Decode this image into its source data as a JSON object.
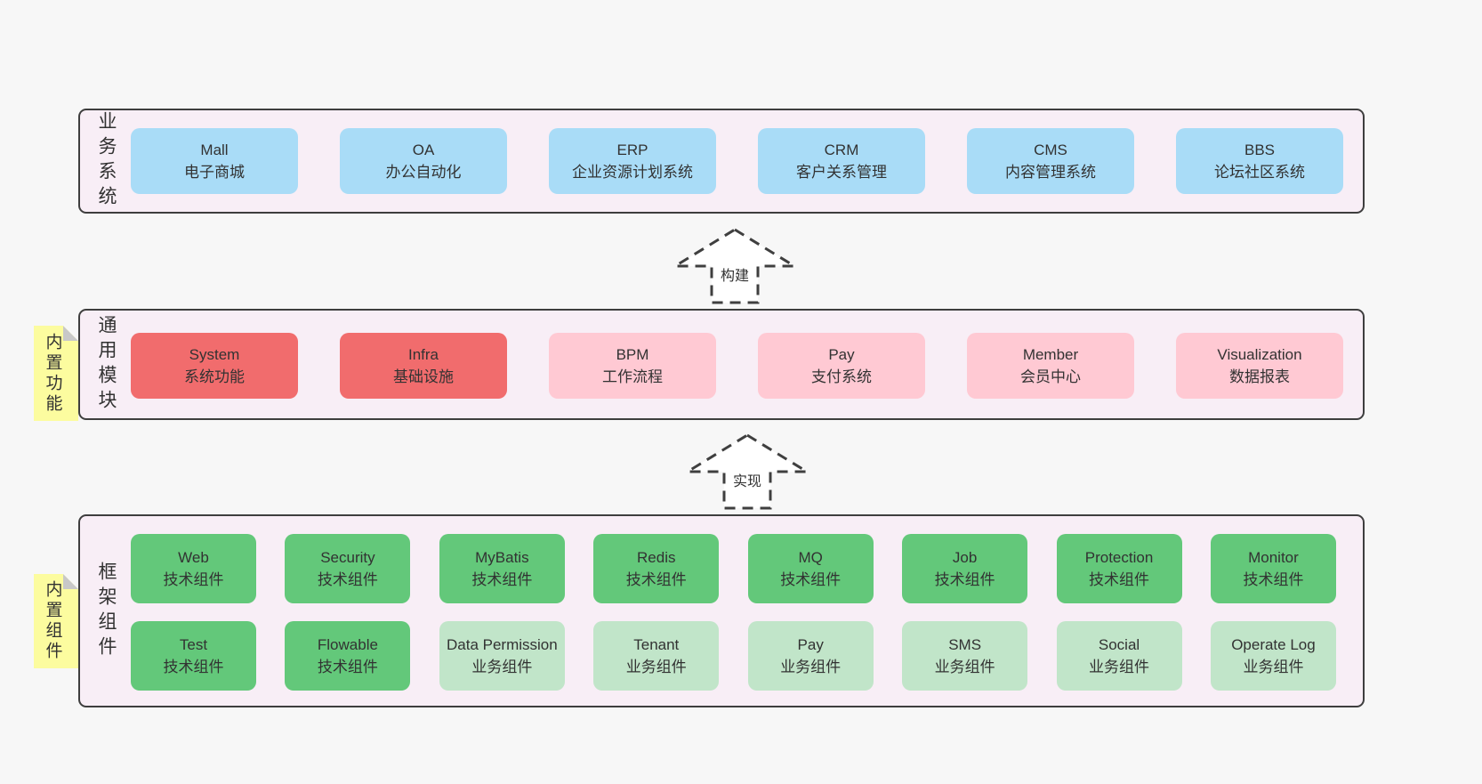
{
  "colors": {
    "page_bg": "#f7f7f7",
    "container_bg": "#f8eef6",
    "container_border": "#3e3e3e",
    "blue_box": "#a9dcf7",
    "red_box": "#f16c6d",
    "pink_box": "#ffc9d3",
    "green_box": "#63c87a",
    "light_green_box": "#c1e5c9",
    "note_yellow": "#fcfc9f",
    "note_fold_gray": "#c8c8c8",
    "text": "#323232"
  },
  "layers": {
    "business": {
      "label": "业务系统",
      "boxes": [
        {
          "en": "Mall",
          "zh": "电子商城"
        },
        {
          "en": "OA",
          "zh": "办公自动化"
        },
        {
          "en": "ERP",
          "zh": "企业资源计划系统"
        },
        {
          "en": "CRM",
          "zh": "客户关系管理"
        },
        {
          "en": "CMS",
          "zh": "内容管理系统"
        },
        {
          "en": "BBS",
          "zh": "论坛社区系统"
        }
      ]
    },
    "modules": {
      "label": "通用模块",
      "note": "内置功能",
      "boxes": [
        {
          "en": "System",
          "zh": "系统功能"
        },
        {
          "en": "Infra",
          "zh": "基础设施"
        },
        {
          "en": "BPM",
          "zh": "工作流程"
        },
        {
          "en": "Pay",
          "zh": "支付系统"
        },
        {
          "en": "Member",
          "zh": "会员中心"
        },
        {
          "en": "Visualization",
          "zh": "数据报表"
        }
      ]
    },
    "framework": {
      "label": "框架组件",
      "note": "内置组件",
      "row1": [
        {
          "en": "Web",
          "zh": "技术组件"
        },
        {
          "en": "Security",
          "zh": "技术组件"
        },
        {
          "en": "MyBatis",
          "zh": "技术组件"
        },
        {
          "en": "Redis",
          "zh": "技术组件"
        },
        {
          "en": "MQ",
          "zh": "技术组件"
        },
        {
          "en": "Job",
          "zh": "技术组件"
        },
        {
          "en": "Protection",
          "zh": "技术组件"
        },
        {
          "en": "Monitor",
          "zh": "技术组件"
        }
      ],
      "row2": [
        {
          "en": "Test",
          "zh": "技术组件"
        },
        {
          "en": "Flowable",
          "zh": "技术组件"
        },
        {
          "en": "Data Permission",
          "zh": "业务组件"
        },
        {
          "en": "Tenant",
          "zh": "业务组件"
        },
        {
          "en": "Pay",
          "zh": "业务组件"
        },
        {
          "en": "SMS",
          "zh": "业务组件"
        },
        {
          "en": "Social",
          "zh": "业务组件"
        },
        {
          "en": "Operate Log",
          "zh": "业务组件"
        }
      ]
    }
  },
  "arrows": {
    "build": {
      "label": "构建"
    },
    "implement": {
      "label": "实现"
    }
  }
}
